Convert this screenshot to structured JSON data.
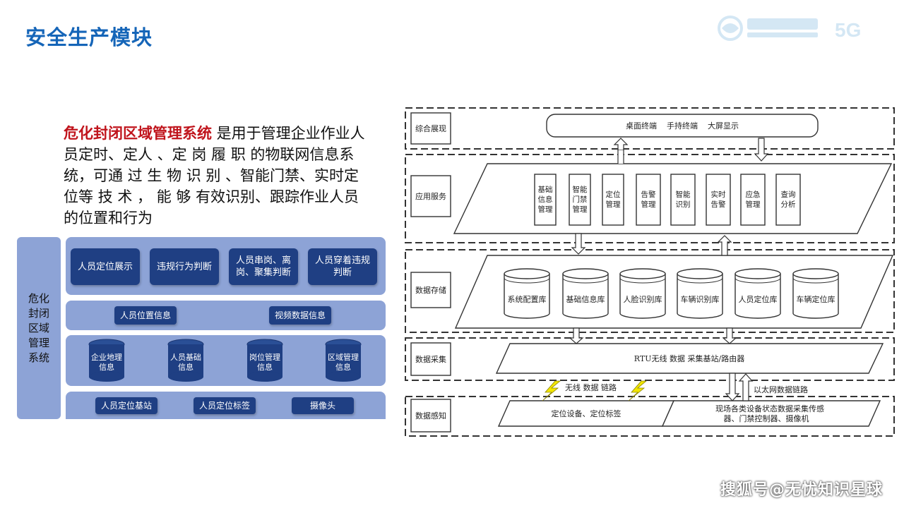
{
  "slide": {
    "title": "安全生产模块",
    "watermark": "搜狐号@无忧知识星球"
  },
  "logo": {
    "icon": "china-mobile-logo",
    "badge": "5G"
  },
  "description": {
    "highlight": "危化封闭区域管理系统",
    "text": " 是用于管理企业作业人员定时、定人 、定 岗 履 职 的物联网信息系统，可通 过 生 物 识 别 、智能门禁、实时定位等 技 术 ， 能 够 有效识别、跟踪作业人员的位置和行为"
  },
  "left_diagram": {
    "system_name": "危化封闭区域管理系统",
    "row1_buttons": [
      "人员定位展示",
      "违规行为判断",
      "人员串岗、离岗、聚集判断",
      "人员穿着违规判断"
    ],
    "row2_tags": [
      "人员位置信息",
      "视频数据信息"
    ],
    "row3_dbs": [
      "企业地理信息",
      "人员基础信息",
      "岗位管理信息",
      "区域管理信息"
    ],
    "row4_tags": [
      "人员定位基站",
      "人员定位标签",
      "摄像头"
    ]
  },
  "architecture": {
    "layers": [
      "综合展现",
      "应用服务",
      "数据存储",
      "数据采集",
      "数据感知"
    ],
    "terminals": "桌面终端    手持终端    大屏显示",
    "apps": [
      "基础信息管理",
      "智能门禁管理",
      "定位管理",
      "告警管理",
      "智能识别",
      "实时告警",
      "应急管理",
      "查询分析"
    ],
    "dbs": [
      "系统配置库",
      "基础信息库",
      "人脸识别库",
      "车辆识别库",
      "人员定位库",
      "车辆定位库"
    ],
    "collector": "RTU无线 数据 采集基站/路由器",
    "wireless_link": "无线 数据 链路",
    "ethernet_link": "以太网数据链路",
    "sense_left": "定位设备、定位标签",
    "sense_right_1": "现场各类设备状态数据采集传感",
    "sense_right_2": "器、门禁控制器、摄像机",
    "colors": {
      "lightning": "#f2e600",
      "title": "#1565b8",
      "highlight": "#c0141c",
      "dark_button": "#1f3f83",
      "panel": "#8da3d6"
    }
  }
}
